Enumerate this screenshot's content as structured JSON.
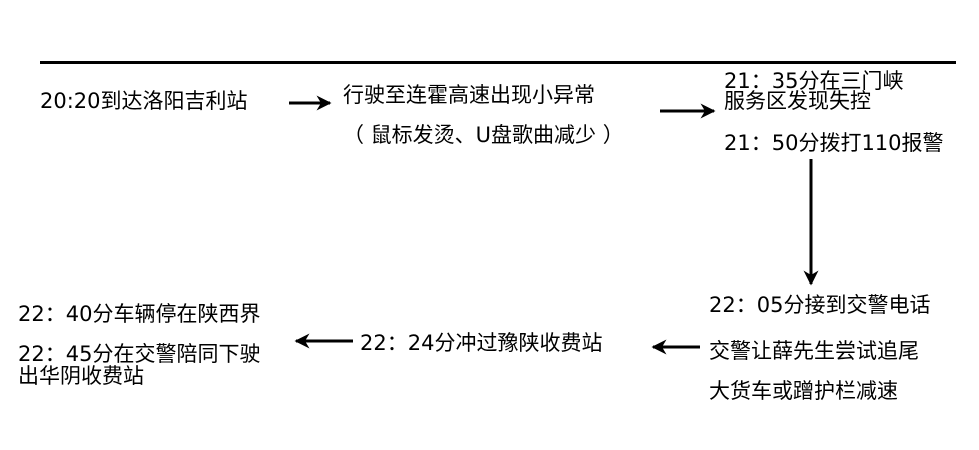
{
  "nodes": {
    "arrival": [
      "20:20到达洛阳吉利站"
    ],
    "anomaly": [
      "行驶至连霍高速出现小异常",
      "（ 鼠标发烫、U盘歌曲减少 ）"
    ],
    "loss_of_control": [
      "21：35分在三门峡",
      "服务区发现失控"
    ],
    "call_police": [
      "21：50分拨打110报警"
    ],
    "police_call": [
      "22：05分接到交警电话"
    ],
    "police_advice": [
      "交警让薛先生尝试追尾",
      "大货车或蹭护栏减速"
    ],
    "toll_station": [
      "22：24分冲过豫陕收费站"
    ],
    "stop": [
      "22：40分车辆停在陕西界"
    ],
    "exit": [
      "22：45分在交警陪同下驶",
      "出华阴收费站"
    ]
  },
  "colors": {
    "ink": "#000000",
    "background": "#ffffff"
  }
}
